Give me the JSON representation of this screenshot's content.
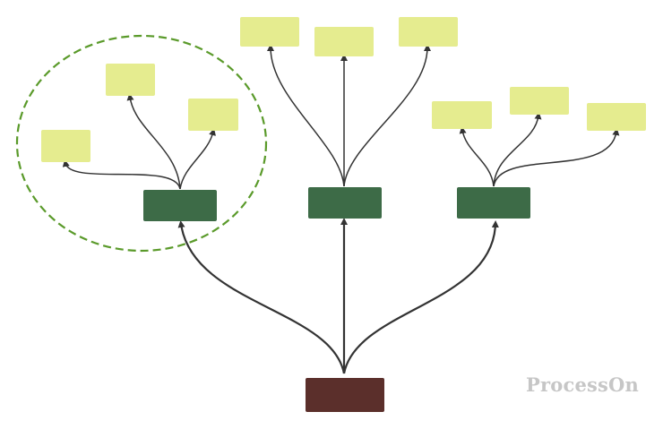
{
  "diagram": {
    "type": "tree",
    "colors": {
      "root_fill": "#5b2f2b",
      "branch_fill": "#3d6b47",
      "leaf_fill": "#e5ec8f",
      "connector": "#333333",
      "highlight_ring": "#5a9a2a"
    },
    "nodes": [
      {
        "id": "root",
        "level": "root",
        "label": ""
      },
      {
        "id": "branch-left",
        "level": "branch",
        "parent": "root",
        "label": ""
      },
      {
        "id": "branch-middle",
        "level": "branch",
        "parent": "root",
        "label": ""
      },
      {
        "id": "branch-right",
        "level": "branch",
        "parent": "root",
        "label": ""
      },
      {
        "id": "leaf-left-1",
        "level": "leaf",
        "parent": "branch-left",
        "label": ""
      },
      {
        "id": "leaf-left-2",
        "level": "leaf",
        "parent": "branch-left",
        "label": ""
      },
      {
        "id": "leaf-left-3",
        "level": "leaf",
        "parent": "branch-left",
        "label": ""
      },
      {
        "id": "leaf-middle-1",
        "level": "leaf",
        "parent": "branch-middle",
        "label": ""
      },
      {
        "id": "leaf-middle-2",
        "level": "leaf",
        "parent": "branch-middle",
        "label": ""
      },
      {
        "id": "leaf-middle-3",
        "level": "leaf",
        "parent": "branch-middle",
        "label": ""
      },
      {
        "id": "leaf-right-1",
        "level": "leaf",
        "parent": "branch-right",
        "label": ""
      },
      {
        "id": "leaf-right-2",
        "level": "leaf",
        "parent": "branch-right",
        "label": ""
      },
      {
        "id": "leaf-right-3",
        "level": "leaf",
        "parent": "branch-right",
        "label": ""
      }
    ],
    "highlight": {
      "around": "branch-left",
      "style": "dashed"
    }
  },
  "watermark": {
    "text": "ProcessOn"
  }
}
